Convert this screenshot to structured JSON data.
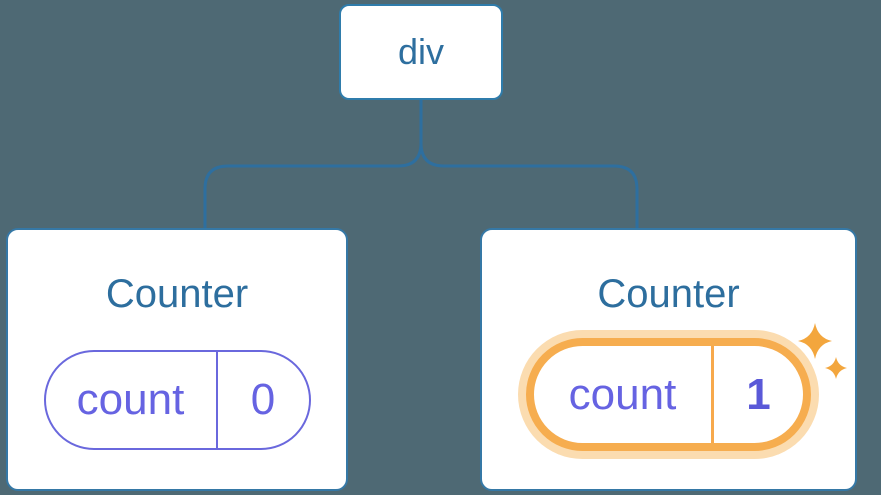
{
  "tree": {
    "root": {
      "label": "div"
    },
    "children": [
      {
        "title": "Counter",
        "state": {
          "key": "count",
          "value": "0"
        },
        "highlighted": false
      },
      {
        "title": "Counter",
        "state": {
          "key": "count",
          "value": "1"
        },
        "highlighted": true,
        "highlight_icon": "sparkles-icon"
      }
    ],
    "colors": {
      "background": "#4e6974",
      "node_border_blue": "#2f7cab",
      "node_text_blue": "#2e6f9f",
      "connector_blue": "#2e6f9f",
      "card_border_blue": "#3578a6",
      "title_blue": "#2d6e9e",
      "state_purple": "#6663e2",
      "state_purple_border": "#6a68dd",
      "state_purple_bold": "#5a59d8",
      "highlight_orange": "#f6ad4f",
      "highlight_orange_glow": "#fbdcb0",
      "sparkle_orange": "#f3a63d"
    }
  }
}
